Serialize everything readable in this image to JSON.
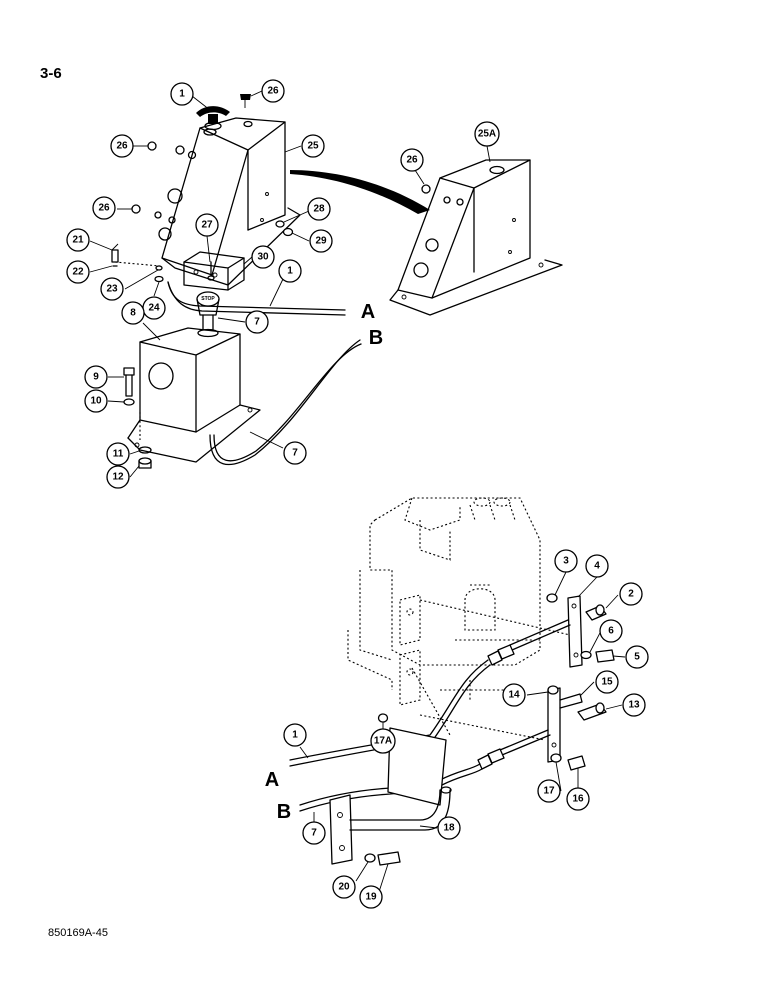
{
  "page_number": "3-6",
  "document_code": "850169A-45",
  "cable_labels": {
    "upper_a": "A",
    "upper_b": "B",
    "lower_a": "A",
    "lower_b": "B"
  },
  "callouts": {
    "c1": "1",
    "c26a": "26",
    "c26b": "26",
    "c25": "25",
    "c26c": "26",
    "c25a": "25A",
    "c26d": "26",
    "c28": "28",
    "c29": "29",
    "c27": "27",
    "c21": "21",
    "c30": "30",
    "c22": "22",
    "c1b": "1",
    "c23": "23",
    "c24": "24",
    "c8": "8",
    "c7a": "7",
    "c9": "9",
    "c10": "10",
    "c11": "11",
    "c12": "12",
    "c7b": "7",
    "c3": "3",
    "c4": "4",
    "c2": "2",
    "c6": "6",
    "c5": "5",
    "c14": "14",
    "c15": "15",
    "c13": "13",
    "c17a": "17A",
    "c1c": "1",
    "c17": "17",
    "c16": "16",
    "c7c": "7",
    "c18": "18",
    "c20": "20",
    "c19": "19"
  }
}
